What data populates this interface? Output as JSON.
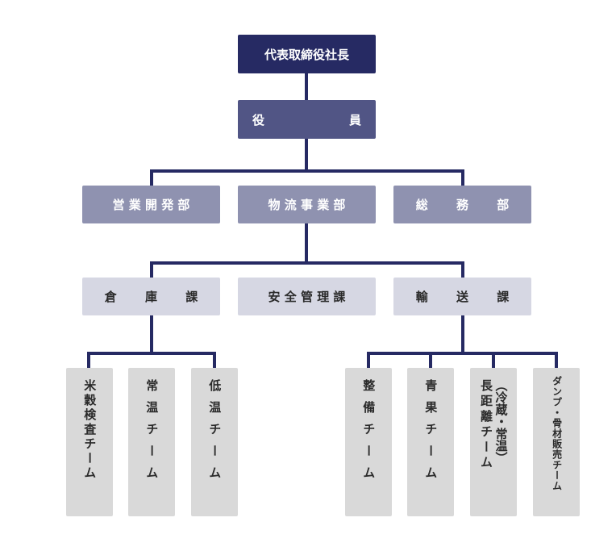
{
  "ceo": "代表取締役社長",
  "officers": "役　　　　　　　員",
  "departments": {
    "sales": "営 業 開 発 部",
    "logistics": "物 流 事 業 部",
    "general": "総　　 務　　 部"
  },
  "sections": {
    "warehouse": "倉　　 庫　　 課",
    "safety": "安 全 管 理 課",
    "transport": "輸　　 送　　 課"
  },
  "warehouse_teams": {
    "rice": "米穀検査チーム",
    "ambient": "常温チーム",
    "cold": "低温チーム"
  },
  "transport_teams": {
    "maintenance": "整備チーム",
    "produce": "青果チーム",
    "long_line1": "長距離チーム",
    "long_line2": "（冷蔵・常温）",
    "dump": "ダンプ・骨材販売チーム"
  },
  "colors": {
    "lines": "#262a63",
    "level1": "#262a63",
    "level2": "#515585",
    "level3": "#8f92b0",
    "level4": "#d6d7e3",
    "level5": "#d9d9d9"
  }
}
